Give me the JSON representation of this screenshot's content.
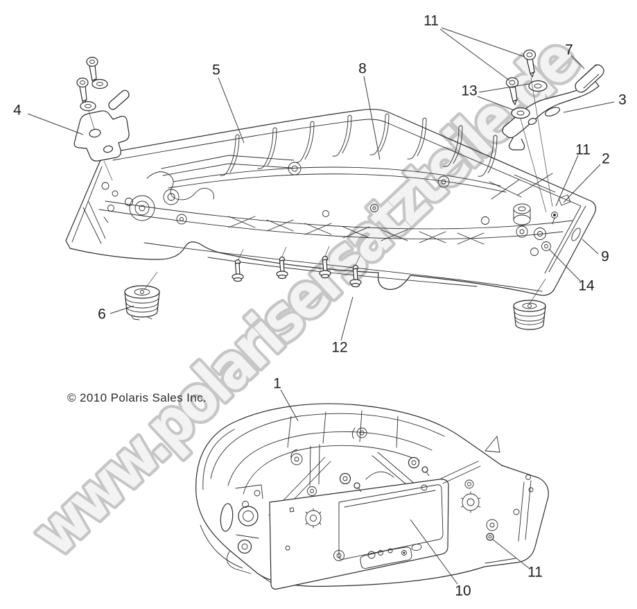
{
  "page": {
    "background_color": "#ffffff"
  },
  "watermark": {
    "text": "www.polarisersatzteile.de",
    "fill_color": "#f3f3f3",
    "outline_color": "#c6c6c6"
  },
  "copyright": {
    "text": "© 2010 Polaris Sales Inc."
  },
  "diagram": {
    "description": "Exploded parts view of seat bottom pan and seat back assembly",
    "line_color": "#2b2b2b",
    "callouts": [
      {
        "label": "4"
      },
      {
        "label": "5"
      },
      {
        "label": "8"
      },
      {
        "label": "11"
      },
      {
        "label": "7"
      },
      {
        "label": "13"
      },
      {
        "label": "3"
      },
      {
        "label": "11"
      },
      {
        "label": "2"
      },
      {
        "label": "9"
      },
      {
        "label": "14"
      },
      {
        "label": "6"
      },
      {
        "label": "12"
      },
      {
        "label": "1"
      },
      {
        "label": "10"
      },
      {
        "label": "11"
      }
    ]
  }
}
